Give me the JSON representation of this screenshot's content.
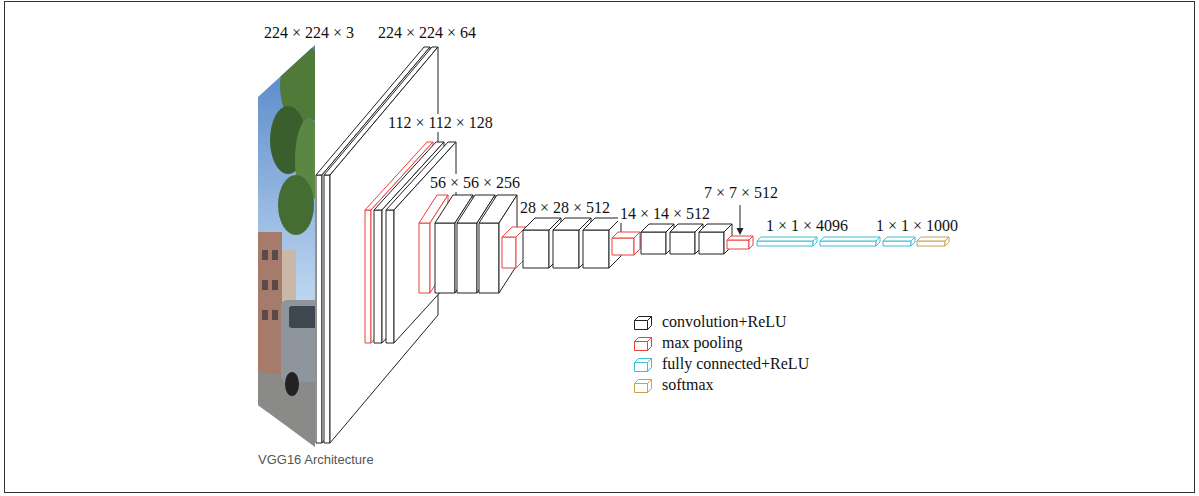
{
  "diagram": {
    "caption": "VGG16 Architecture",
    "labels": [
      "224 × 224 × 3",
      "224 × 224 × 64",
      "112 × 112 × 128",
      "56 × 56 × 256",
      "28 × 28 × 512",
      "14 × 14 × 512",
      "7 × 7 × 512",
      "1 × 1 × 4096",
      "1 × 1 × 1000"
    ],
    "legend": [
      {
        "text": "convolution+ReLU",
        "color": "#222222"
      },
      {
        "text": "max pooling",
        "color": "#e8413d"
      },
      {
        "text": "fully connected+ReLU",
        "color": "#3dbbd9"
      },
      {
        "text": "softmax",
        "color": "#c9a24e"
      }
    ]
  }
}
